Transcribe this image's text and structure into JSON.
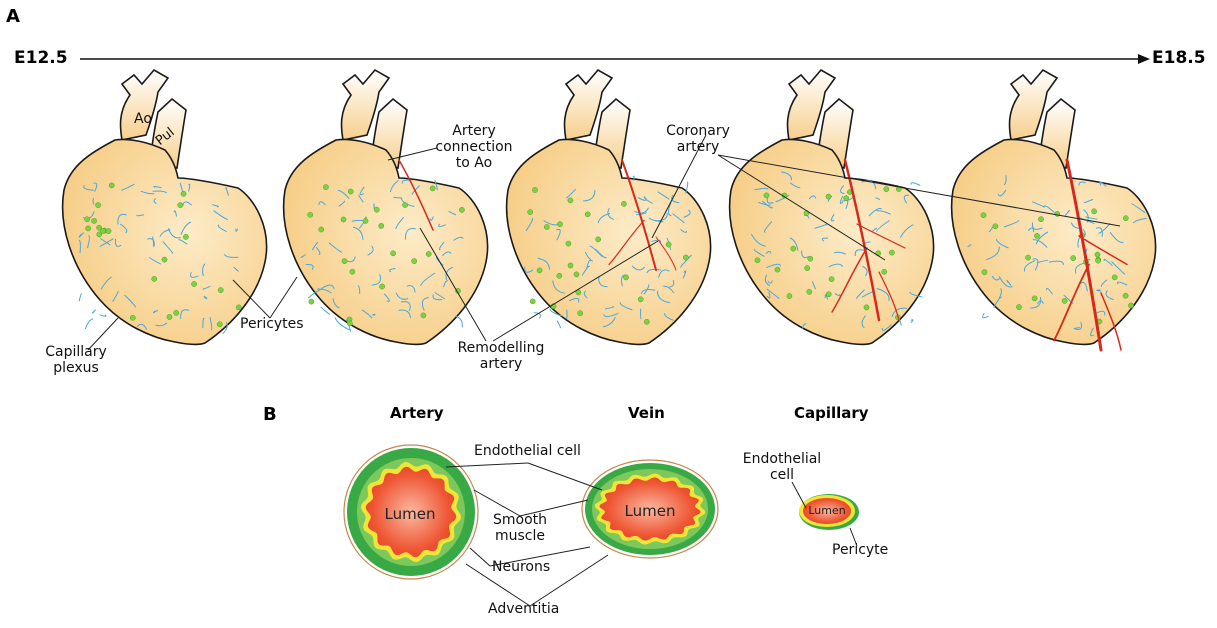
{
  "panel_a": {
    "letter": "A",
    "timeline": {
      "start": "E12.5",
      "end": "E18.5"
    },
    "heart_labels": {
      "ao": "Ao",
      "pul": "Pul"
    },
    "annotations": {
      "artery_connection": [
        "Artery",
        "connection",
        "to Ao"
      ],
      "coronary_artery": [
        "Coronary",
        "artery"
      ],
      "pericytes": "Pericytes",
      "capillary_plexus": [
        "Capillary",
        "plexus"
      ],
      "remodelling_artery": [
        "Remodelling",
        "artery"
      ]
    },
    "colors": {
      "heart_fill": "#f8d290",
      "capillary": "#49a7dc",
      "pericyte": "#7cd340",
      "artery": "#d7281c",
      "outline": "#1a1a1a"
    }
  },
  "panel_b": {
    "letter": "B",
    "vessel_titles": {
      "artery": "Artery",
      "vein": "Vein",
      "capillary": "Capillary"
    },
    "lumen": "Lumen",
    "annotations": {
      "endothelial_cell": "Endothelial cell",
      "smooth_muscle": [
        "Smooth",
        "muscle"
      ],
      "neurons": "Neurons",
      "adventitia": "Adventitia",
      "capillary_endothelial": [
        "Endothelial",
        "cell"
      ],
      "pericyte": "Pericyte"
    },
    "colors": {
      "lumen": "#ef4a2d",
      "endothelium": "#f2e53a",
      "smooth_muscle": "#38a945",
      "adventitia": "#c9864f"
    }
  }
}
